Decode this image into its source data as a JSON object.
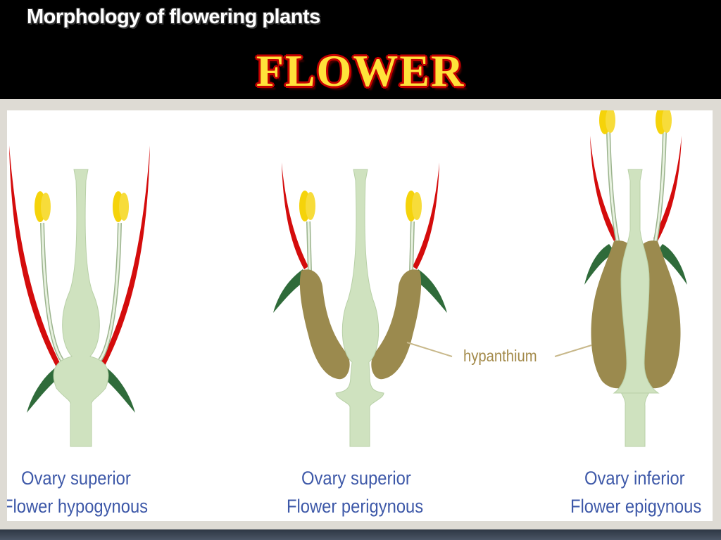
{
  "header": {
    "subtitle": "Morphology of flowering plants",
    "title": "FLOWER"
  },
  "diagrams": [
    {
      "line1": "Ovary superior",
      "line2": "Flower hypogynous"
    },
    {
      "line1": "Ovary superior",
      "line2": "Flower perigynous"
    },
    {
      "line1": "Ovary inferior",
      "line2": "Flower epigynous"
    }
  ],
  "labels": {
    "hypanthium": "hypanthium"
  },
  "colors": {
    "petal": "#d40c0c",
    "sepal": "#2f6b3a",
    "stamen_anther": "#f5d30a",
    "pistil": "#cfe2bf",
    "hypanthium": "#9b8a4e",
    "caption": "#3d58a8"
  }
}
